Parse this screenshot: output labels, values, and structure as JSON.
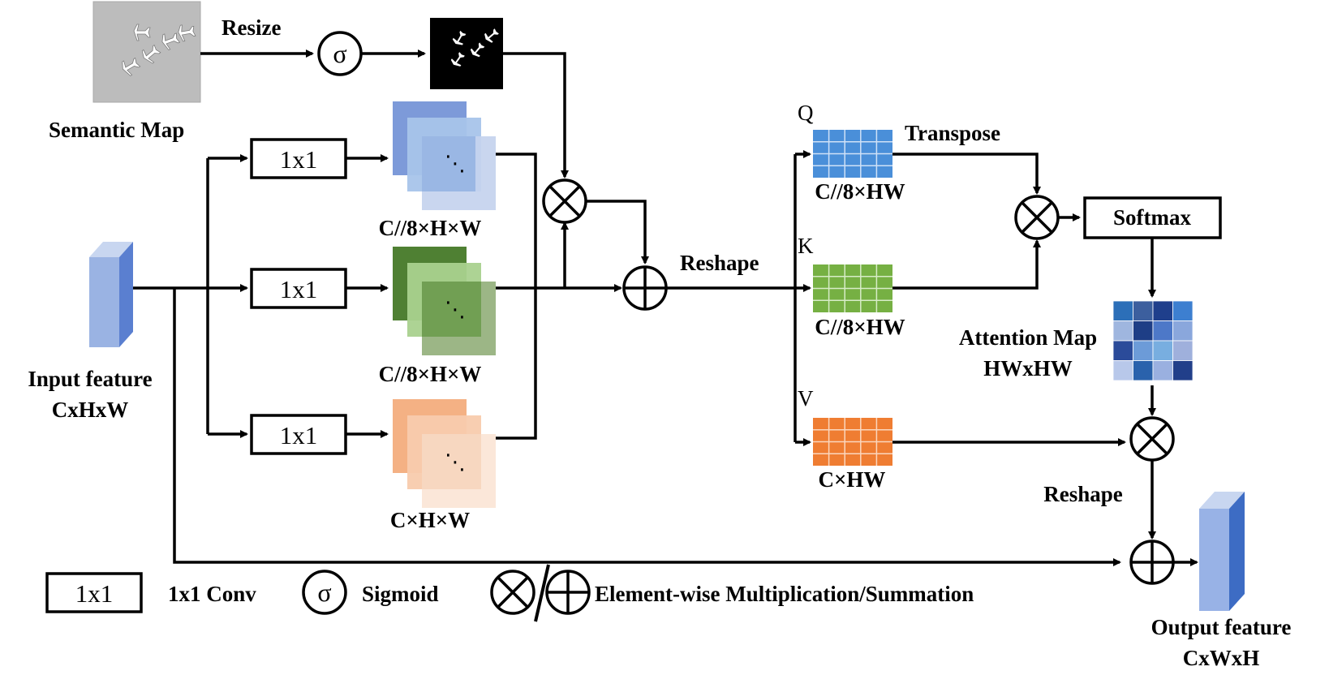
{
  "labels": {
    "resize": "Resize",
    "semantic_map": "Semantic Map",
    "input_feature_1": "Input feature",
    "input_feature_2": "CxHxW",
    "conv_label": "1x1",
    "dim_q_stack": "C//8×H×W",
    "dim_k_stack": "C//8×H×W",
    "dim_v_stack": "C×H×W",
    "reshape_top": "Reshape",
    "q": "Q",
    "k": "K",
    "v": "V",
    "dim_q_flat": "C//8×HW",
    "dim_k_flat": "C//8×HW",
    "dim_v_flat": "C×HW",
    "transpose": "Transpose",
    "softmax": "Softmax",
    "attention_map_1": "Attention Map",
    "attention_map_2": "HWxHW",
    "reshape_bottom": "Reshape",
    "output_feature_1": "Output feature",
    "output_feature_2": "CxWxH",
    "sigma": "σ",
    "dots": "⋱"
  },
  "legend": {
    "conv_box": "1x1",
    "conv_desc": "1x1 Conv",
    "sigma": "σ",
    "sigmoid_desc": "Sigmoid",
    "elementwise_desc": "Element-wise Multiplication/Summation"
  },
  "colors": {
    "q_blue": "#4a8fd9",
    "k_green": "#76b043",
    "v_orange": "#ef7d32",
    "stack_blue": "#8fb0e0",
    "stack_green": "#78a854",
    "stack_orange": "#f5b890",
    "feature_blue": "#6f8fd1"
  },
  "attention_colors": [
    [
      "#2c6fb8",
      "#3c5f9e",
      "#1f3f8c",
      "#3d7fd0"
    ],
    [
      "#9fb6df",
      "#1e3e86",
      "#4d78c8",
      "#8aa7dc"
    ],
    [
      "#2b4b9a",
      "#6c9bd8",
      "#78aee0",
      "#9fb0dc"
    ],
    [
      "#b8c8ea",
      "#2a62ac",
      "#9ab0e0",
      "#213f8a"
    ]
  ]
}
